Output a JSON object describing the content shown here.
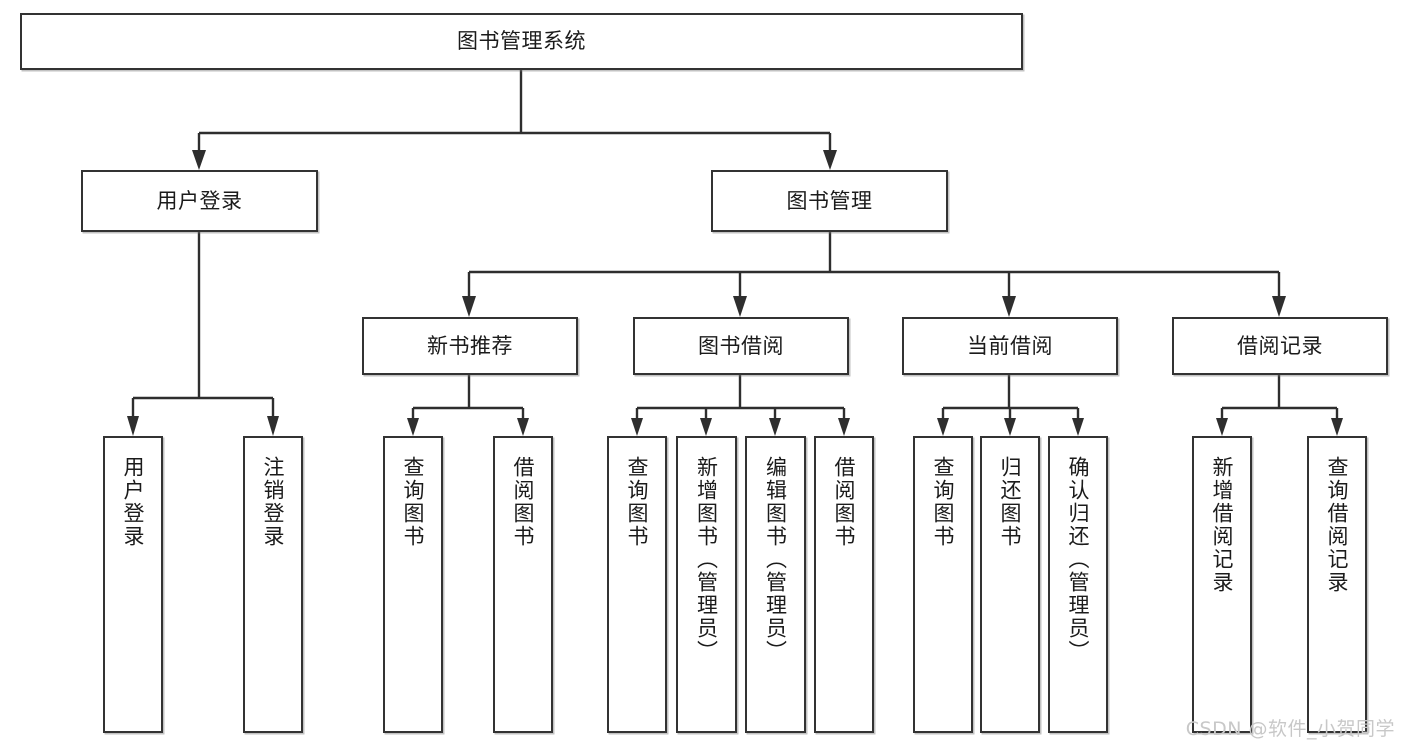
{
  "diagram": {
    "title": "图书管理系统",
    "root": {
      "id": "root",
      "label": "图书管理系统",
      "orientation": "horizontal"
    },
    "level2": [
      {
        "id": "user-login",
        "label": "用户登录",
        "orientation": "horizontal"
      },
      {
        "id": "book-management",
        "label": "图书管理",
        "orientation": "horizontal"
      }
    ],
    "level3": [
      {
        "id": "new-book-recommend",
        "label": "新书推荐",
        "orientation": "horizontal",
        "parent": "book-management"
      },
      {
        "id": "book-borrow",
        "label": "图书借阅",
        "orientation": "horizontal",
        "parent": "book-management"
      },
      {
        "id": "current-borrow",
        "label": "当前借阅",
        "orientation": "horizontal",
        "parent": "book-management"
      },
      {
        "id": "borrow-record",
        "label": "借阅记录",
        "orientation": "horizontal",
        "parent": "book-management"
      }
    ],
    "leaves": [
      {
        "id": "leaf-user-login",
        "label": "用户登录",
        "orientation": "vertical",
        "parent": "user-login"
      },
      {
        "id": "leaf-user-logout",
        "label": "注销登录",
        "orientation": "vertical",
        "parent": "user-login"
      },
      {
        "id": "leaf-query-book-1",
        "label": "查询图书",
        "orientation": "vertical",
        "parent": "new-book-recommend"
      },
      {
        "id": "leaf-borrow-book-1",
        "label": "借阅图书",
        "orientation": "vertical",
        "parent": "new-book-recommend"
      },
      {
        "id": "leaf-query-book-2",
        "label": "查询图书",
        "orientation": "vertical",
        "parent": "book-borrow"
      },
      {
        "id": "leaf-add-book",
        "label": "新增图书（管理员）",
        "orientation": "vertical",
        "parent": "book-borrow"
      },
      {
        "id": "leaf-edit-book",
        "label": "编辑图书（管理员）",
        "orientation": "vertical",
        "parent": "book-borrow"
      },
      {
        "id": "leaf-borrow-book-2",
        "label": "借阅图书",
        "orientation": "vertical",
        "parent": "book-borrow"
      },
      {
        "id": "leaf-query-book-3",
        "label": "查询图书",
        "orientation": "vertical",
        "parent": "current-borrow"
      },
      {
        "id": "leaf-return-book",
        "label": "归还图书",
        "orientation": "vertical",
        "parent": "current-borrow"
      },
      {
        "id": "leaf-confirm-return",
        "label": "确认归还（管理员）",
        "orientation": "vertical",
        "parent": "current-borrow"
      },
      {
        "id": "leaf-add-record",
        "label": "新增借阅记录",
        "orientation": "vertical",
        "parent": "borrow-record"
      },
      {
        "id": "leaf-query-record",
        "label": "查询借阅记录",
        "orientation": "vertical",
        "parent": "borrow-record"
      }
    ],
    "colors": {
      "box_border": "#333333",
      "connector": "#2e2e2e",
      "background": "#ffffff",
      "text": "#1b1b1b",
      "watermark": "#c8c8c8"
    }
  },
  "watermark": {
    "text": "CSDN @软件_小贺同学"
  }
}
